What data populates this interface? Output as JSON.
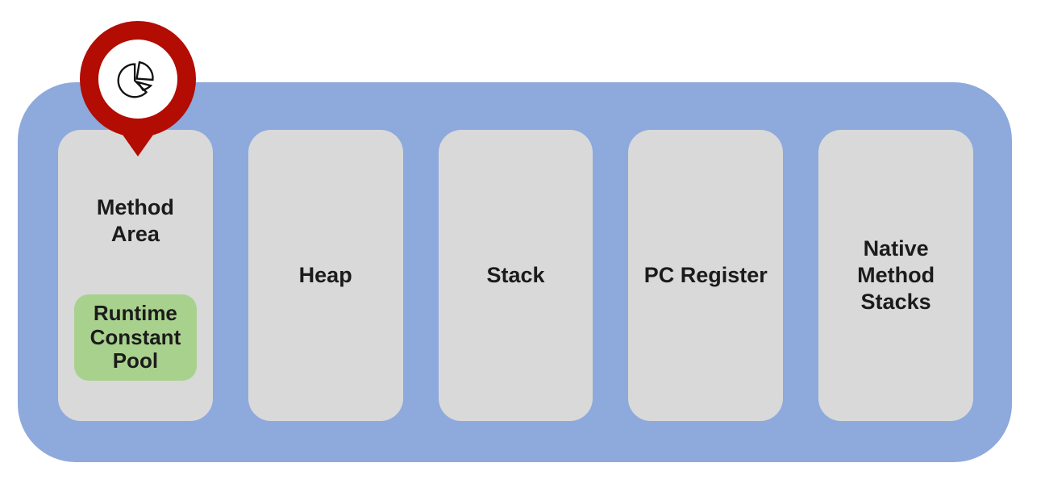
{
  "diagram": {
    "description": "JVM runtime memory areas diagram",
    "colors": {
      "container_fill": "#8EA9DB",
      "box_fill": "#D9D9D9",
      "child_fill": "#A9D18E",
      "marker_fill": "#B20C03",
      "text": "#1b1b1b"
    },
    "marker": {
      "icon": "pie-chart-icon"
    },
    "boxes": [
      {
        "label": "Method\nArea",
        "child": {
          "label": "Runtime\nConstant\nPool"
        }
      },
      {
        "label": "Heap"
      },
      {
        "label": "Stack"
      },
      {
        "label": "PC Register"
      },
      {
        "label": "Native\nMethod\nStacks"
      }
    ]
  }
}
